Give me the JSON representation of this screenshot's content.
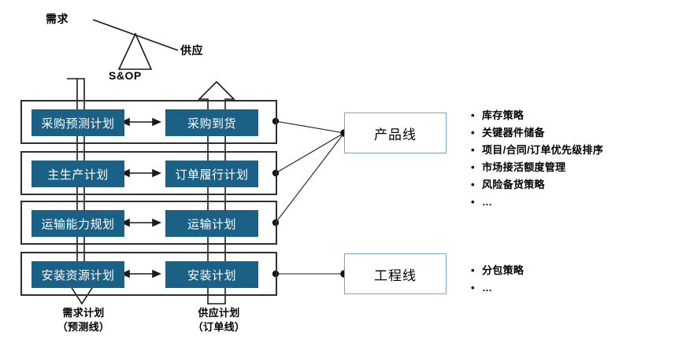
{
  "seesaw": {
    "demand_label": "需求",
    "supply_label": "供应",
    "fulcrum_label": "S&OP"
  },
  "planning_rows": [
    {
      "left": "采购预测计划",
      "right": "采购到货"
    },
    {
      "left": "主生产计划",
      "right": "订单履行计划"
    },
    {
      "left": "运输能力规划",
      "right": "运输计划"
    },
    {
      "left": "安装资源计划",
      "right": "安装计划"
    }
  ],
  "lines": {
    "product": "产品线",
    "engineering": "工程线"
  },
  "strategies": {
    "product": [
      "库存策略",
      "关键器件储备",
      "项目/合同/订单优先级排序",
      "市场接活额度管理",
      "风险备货策略",
      "…"
    ],
    "engineering": [
      "分包策略",
      "…"
    ],
    "bullet_glyph": "•"
  },
  "bottom_captions": {
    "demand_line1": "需求计划",
    "demand_line2": "（预测线）",
    "supply_line1": "供应计划",
    "supply_line2": "（订单线）"
  },
  "colors": {
    "plan_box_fill": "#1b6186",
    "plan_box_text": "#ffffff",
    "row_frame": "#2f2f2f",
    "line_box_border": "#7BA7C7",
    "connector": "#1a1a1a",
    "background": "#ffffff"
  }
}
